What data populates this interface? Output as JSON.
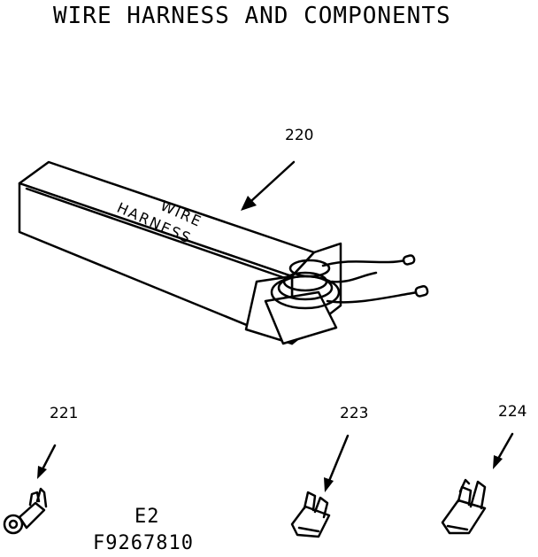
{
  "title": "WIRE HARNESS AND COMPONENTS",
  "box_label": {
    "line1": "WIRE",
    "line2": "HARNESS"
  },
  "callouts": {
    "box": "220",
    "part_221": "221",
    "part_223": "223",
    "part_224": "224"
  },
  "drawing_code": {
    "line1": "E2",
    "line2": "F9267810"
  }
}
